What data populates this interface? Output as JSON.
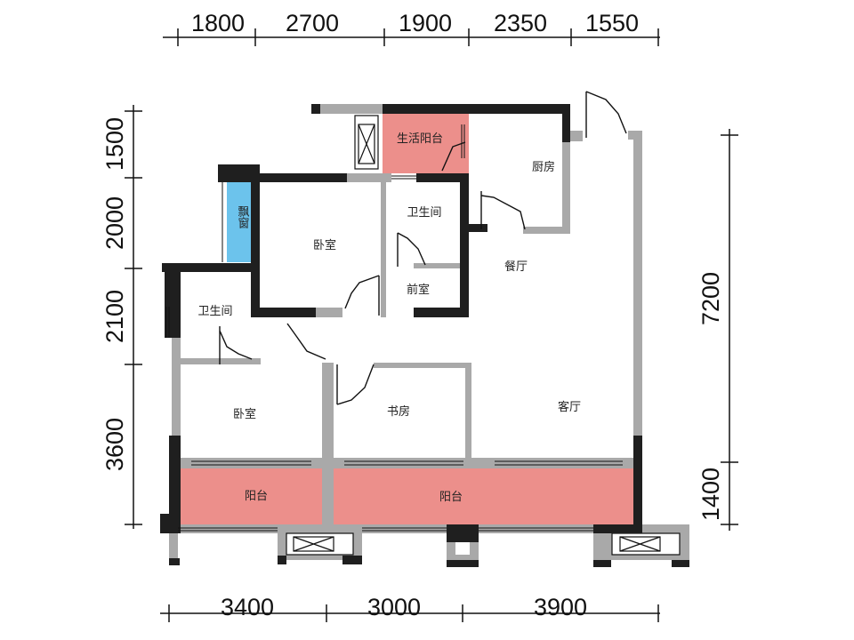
{
  "colors": {
    "wall_gray": "#a9a9a9",
    "wall_black": "#1f1f1f",
    "balcony_pink": "#ec8f8b",
    "bay_blue": "#6cc3ec"
  },
  "dimensions": {
    "top": [
      "1800",
      "2700",
      "1900",
      "2350",
      "1550"
    ],
    "left": [
      "1500",
      "2000",
      "2100",
      "3600"
    ],
    "right": [
      "7200",
      "1400"
    ],
    "bottom": [
      "3400",
      "3000",
      "3900"
    ]
  },
  "rooms": {
    "utility_balcony": "生活阳台",
    "kitchen": "厨房",
    "bay_window": "飘窗",
    "bedroom_north": "卧室",
    "bathroom_north": "卫生间",
    "foyer": "前室",
    "dining": "餐厅",
    "bathroom_west": "卫生间",
    "bedroom_south": "卧室",
    "study": "书房",
    "living": "客厅",
    "balcony_west": "阳台",
    "balcony_main": "阳台"
  }
}
